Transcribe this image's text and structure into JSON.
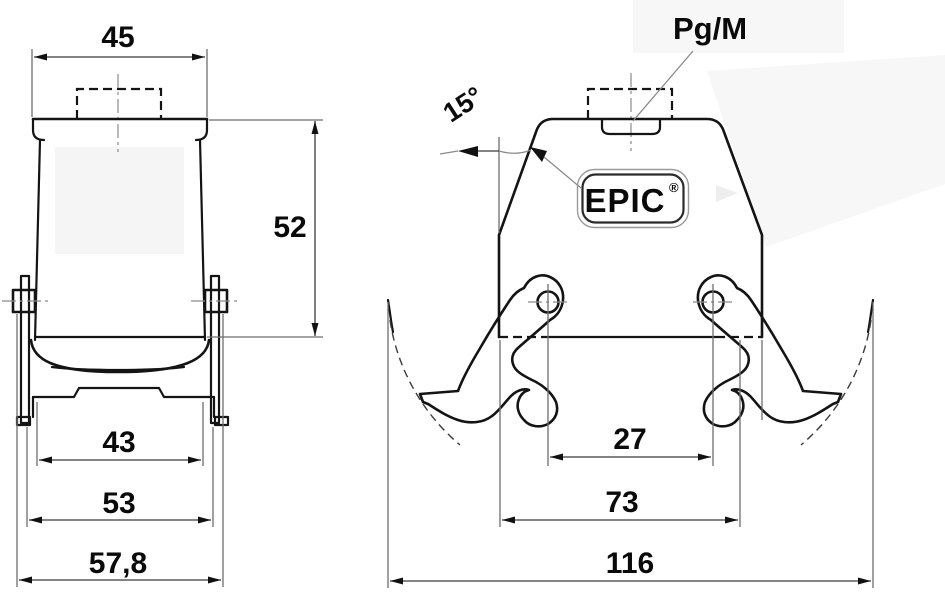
{
  "side_view": {
    "dims": {
      "top_width": "45",
      "height": "52",
      "width_inner": "43",
      "width_mid": "53",
      "overall_width": "57,8"
    }
  },
  "front_view": {
    "cable_entry_label": "Pg/M",
    "angle_label": "15°",
    "logo": {
      "text": "EPIC",
      "registered": "®"
    },
    "dims": {
      "pivot_spacing": "27",
      "housing_width": "73",
      "overall_width": "116"
    }
  },
  "colors": {
    "outline": "#141414",
    "dimension_line": "#6e6e6e",
    "centerline": "#8a8a8a",
    "watermark": "#f7f7f7",
    "label_panel": "#f5f5f5",
    "background": "#ffffff"
  }
}
